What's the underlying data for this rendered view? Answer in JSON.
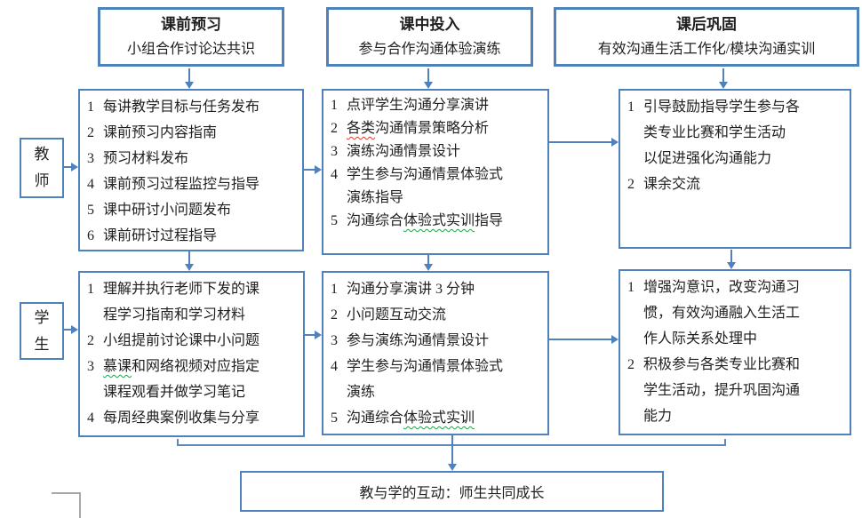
{
  "colors": {
    "box_border_blue": "#4f81bd",
    "connector_blue": "#5f8ab5",
    "spellcheck_red": "#e03b24",
    "spellcheck_green": "#1fa34a",
    "frame_gray": "#a8a8a8",
    "text": "#1f1f1f"
  },
  "actors": {
    "teacher": "教\n师",
    "student": "学\n生"
  },
  "columns": [
    {
      "header": {
        "title": "课前预习",
        "subtitle": "小组合作讨论达共识"
      },
      "teacher_items": [
        {
          "n": "1",
          "segs": [
            {
              "t": "每讲教学目标与任务发布"
            }
          ]
        },
        {
          "n": "2",
          "segs": [
            {
              "t": "课前预习内容指南"
            }
          ]
        },
        {
          "n": "3",
          "segs": [
            {
              "t": "预习材料发布"
            }
          ]
        },
        {
          "n": "4",
          "segs": [
            {
              "t": "课前预习过程监控与指导"
            }
          ]
        },
        {
          "n": "5",
          "segs": [
            {
              "t": "课中研讨小问题发布"
            }
          ]
        },
        {
          "n": "6",
          "segs": [
            {
              "t": "课前研讨过程指导"
            }
          ]
        }
      ],
      "student_items": [
        {
          "n": "1",
          "segs": [
            {
              "t": "理解并执行老师下发的课\n程学习指南和学习材料"
            }
          ]
        },
        {
          "n": "2",
          "segs": [
            {
              "t": "小组提前讨论课中小问题"
            }
          ]
        },
        {
          "n": "3",
          "segs": [
            {
              "t": "慕课",
              "mark": "green"
            },
            {
              "t": "和网络视频对应指定\n课程观看并做学习笔记"
            }
          ]
        },
        {
          "n": "4",
          "segs": [
            {
              "t": "每周经典案例收集与分享"
            }
          ]
        }
      ]
    },
    {
      "header": {
        "title": "课中投入",
        "subtitle": "参与合作沟通体验演练"
      },
      "teacher_items": [
        {
          "n": "1",
          "segs": [
            {
              "t": "点评学生沟通分享演讲"
            }
          ]
        },
        {
          "n": "2",
          "segs": [
            {
              "t": "各类",
              "mark": "red"
            },
            {
              "t": "沟通情景策略分析"
            }
          ]
        },
        {
          "n": "3",
          "segs": [
            {
              "t": "演练沟通情景设计"
            }
          ]
        },
        {
          "n": "4",
          "segs": [
            {
              "t": "学生参与沟通情景体验式\n演练指导"
            }
          ]
        },
        {
          "n": "5",
          "segs": [
            {
              "t": "沟通综合"
            },
            {
              "t": "体验式实训",
              "mark": "green"
            },
            {
              "t": "指导"
            }
          ]
        }
      ],
      "student_items": [
        {
          "n": "1",
          "segs": [
            {
              "t": "沟通分享演讲 3 分钟"
            }
          ]
        },
        {
          "n": "2",
          "segs": [
            {
              "t": "小问题互动交流"
            }
          ]
        },
        {
          "n": "3",
          "segs": [
            {
              "t": "参与演练沟通情景设计"
            }
          ]
        },
        {
          "n": "4",
          "segs": [
            {
              "t": "学生参与沟通情景体验式\n演练"
            }
          ]
        },
        {
          "n": "5",
          "segs": [
            {
              "t": "沟通综合"
            },
            {
              "t": "体验式实训",
              "mark": "green"
            }
          ]
        }
      ]
    },
    {
      "header": {
        "title": "课后巩固",
        "subtitle": "有效沟通生活工作化/模块沟通实训"
      },
      "teacher_items": [
        {
          "n": "1",
          "segs": [
            {
              "t": "引导鼓励指导学生参与各\n类专业比赛和学生活动\n以促进强化沟通能力"
            }
          ]
        },
        {
          "n": "2",
          "segs": [
            {
              "t": "课余交流"
            }
          ]
        }
      ],
      "student_items": [
        {
          "n": "1",
          "segs": [
            {
              "t": "增强沟意识，改变沟通习\n惯，有效沟通融入生活工\n作人际关系处理中"
            }
          ]
        },
        {
          "n": "2",
          "segs": [
            {
              "t": "积极参与各类专业比赛和\n学生活动，提升巩固沟通\n能力"
            }
          ]
        }
      ]
    }
  ],
  "footer_label": "教与学的互动：师生共同成长"
}
